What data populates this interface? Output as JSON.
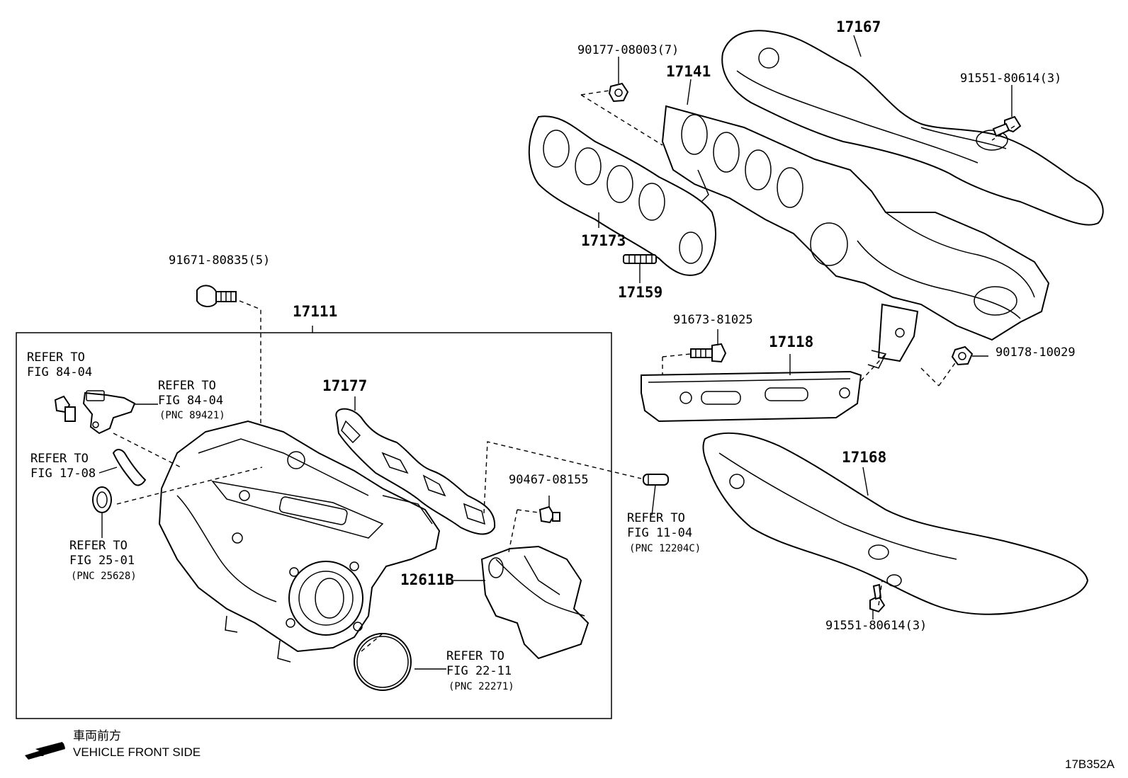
{
  "diagram": {
    "drawing_id": "17B352A",
    "direction_jp": "車両前方",
    "direction_en": "VEHICLE FRONT SIDE",
    "labels": {
      "p17167": "17167",
      "p90177": "90177-08003(7)",
      "p17141": "17141",
      "p91551_top": "91551-80614(3)",
      "p17173": "17173",
      "p91671": "91671-80835(5)",
      "p17159": "17159",
      "p17111": "17111",
      "p91673": "91673-81025",
      "p17118": "17118",
      "p90178": "90178-10029",
      "p17177": "17177",
      "p17168": "17168",
      "p90467": "90467-08155",
      "p12611B": "12611B",
      "p91551_bot": "91551-80614(3)"
    },
    "refs": {
      "r8404a_1": "REFER TO",
      "r8404a_2": "FIG 84-04",
      "r8404b_1": "REFER TO",
      "r8404b_2": "FIG 84-04",
      "r8404b_3": "(PNC 89421)",
      "r1708_1": "REFER TO",
      "r1708_2": "FIG 17-08",
      "r2501_1": "REFER TO",
      "r2501_2": "FIG 25-01",
      "r2501_3": "(PNC 25628)",
      "r1104_1": "REFER TO",
      "r1104_2": "FIG 11-04",
      "r1104_3": "(PNC 12204C)",
      "r2211_1": "REFER TO",
      "r2211_2": "FIG 22-11",
      "r2211_3": "(PNC 22271)"
    }
  }
}
